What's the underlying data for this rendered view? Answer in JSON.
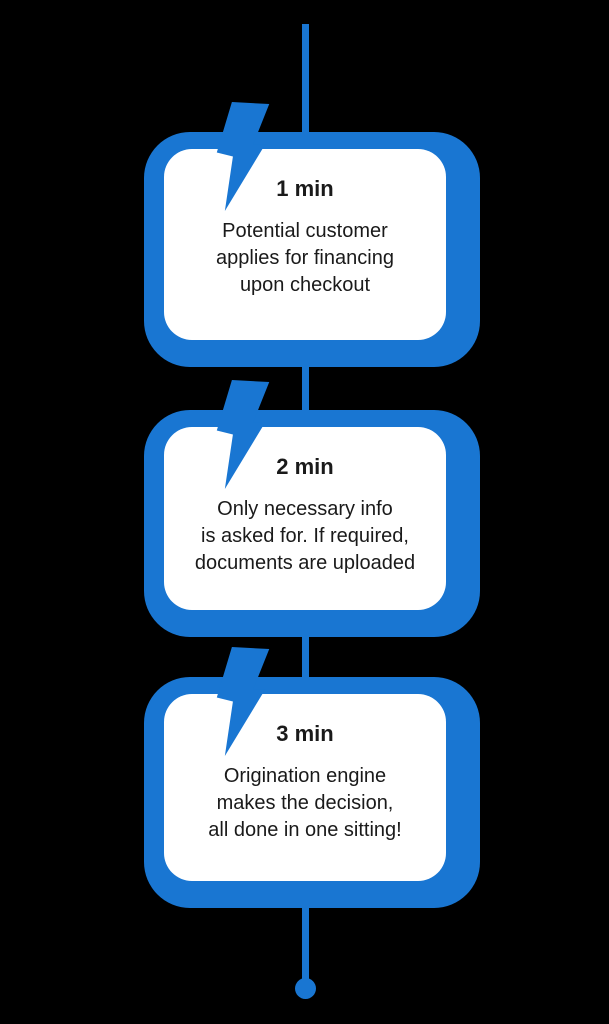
{
  "colors": {
    "accent": "#1976d2",
    "background": "#000000",
    "card_background": "#ffffff",
    "text": "#1a1a1a"
  },
  "timeline": {
    "orientation": "vertical",
    "icon": "lightning-bolt",
    "end_marker": "dot",
    "steps": [
      {
        "time": "1 min",
        "lines": [
          "Potential customer",
          "applies for financing",
          "upon checkout"
        ]
      },
      {
        "time": "2 min",
        "lines": [
          "Only necessary info",
          "is asked for. If required,",
          "documents are uploaded"
        ]
      },
      {
        "time": "3 min",
        "lines": [
          "Origination engine",
          "makes the decision,",
          "all done in one sitting!"
        ]
      }
    ]
  }
}
